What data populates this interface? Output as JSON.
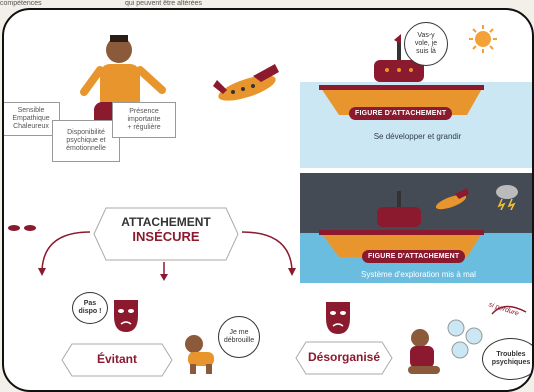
{
  "fragment": {
    "top_left": "compétences",
    "top_center": "qui peuvent être altérées"
  },
  "caregiver": {
    "qualities_left": "Sensible\nEmpathique\nChaleureux",
    "qualities_center": "Disponibilité\npsychique et\némotionnelle",
    "qualities_right": "Présence\nimportante\n+ régulière"
  },
  "scene_secure": {
    "tag": "FIGURE D'ATTACHEMENT",
    "caption": "Se développer et grandir",
    "bubble": "Vas-y\nvole, je\nsuis là"
  },
  "scene_insecure": {
    "tag": "FIGURE D'ATTACHEMENT",
    "caption": "Système d'exploration mis à mal"
  },
  "center": {
    "title_line1": "ATTACHEMENT",
    "title_line2": "INSÉCURE"
  },
  "avoidant": {
    "bubble": "Pas\ndispo !",
    "child_bubble": "Je me\ndébrouille",
    "label": "Évitant"
  },
  "disorganized": {
    "label": "Désorganisé",
    "arrow_label": "si perdure",
    "outcome": "Troubles\npsychiques"
  },
  "colors": {
    "accent": "#8b1a2f",
    "orange": "#e8952d",
    "sky_secure": "#cbe7f3",
    "sky_insecure": "#454b55",
    "sea_insecure": "#6bbde0"
  }
}
